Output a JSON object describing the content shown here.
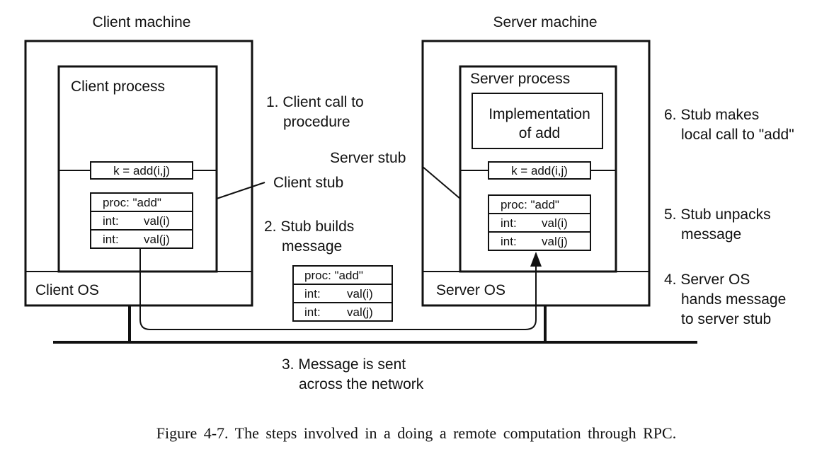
{
  "client": {
    "machine_title": "Client machine",
    "process_label": "Client process",
    "call_label": "k = add(i,j)",
    "stub_label": "Client stub",
    "os_label": "Client OS",
    "message": [
      "proc: \"add\"",
      "int:",
      "val(i)",
      "int:",
      "val(j)"
    ]
  },
  "server": {
    "machine_title": "Server machine",
    "process_label": "Server process",
    "impl_line1": "Implementation",
    "impl_line2": "of add",
    "call_label": "k = add(i,j)",
    "stub_label": "Server stub",
    "os_label": "Server OS",
    "message": [
      "proc: \"add\"",
      "int:",
      "val(i)",
      "int:",
      "val(j)"
    ]
  },
  "network_message": [
    "proc: \"add\"",
    "int:",
    "val(i)",
    "int:",
    "val(j)"
  ],
  "steps": {
    "s1": [
      "1. Client call to",
      "procedure"
    ],
    "s2": [
      "2. Stub builds",
      "message"
    ],
    "s3": [
      "3. Message is sent",
      "across the network"
    ],
    "s4": [
      "4. Server OS",
      "hands message",
      "to server stub"
    ],
    "s5": [
      "5. Stub unpacks",
      "message"
    ],
    "s6": [
      "6. Stub makes",
      "local call to \"add\""
    ]
  },
  "caption": "Figure 4-7. The steps involved in a doing a remote computation through RPC."
}
